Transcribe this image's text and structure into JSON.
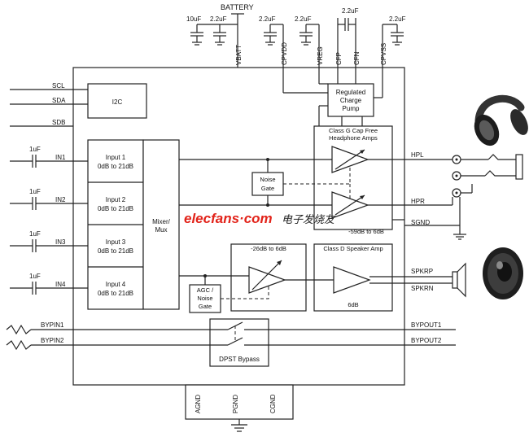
{
  "top": {
    "battery": "BATTERY",
    "cap_10uf": "10uF",
    "cap_a": "2.2uF",
    "cap_b": "2.2uF",
    "cap_c": "2.2uF",
    "cap_d": "2.2uF",
    "cap_e": "2.2uF"
  },
  "pins_top": {
    "vbatt": "VBATT",
    "cpvdd": "CPVDD",
    "vreg": "VREG",
    "cfp": "CFP",
    "cfn": "CFN",
    "cpvss": "CPVSS"
  },
  "pins_left": {
    "scl": "SCL",
    "sda": "SDA",
    "sdb": "SDB",
    "in1": "IN1",
    "in2": "IN2",
    "in3": "IN3",
    "in4": "IN4",
    "cap1": "1uF",
    "cap2": "1uF",
    "cap3": "1uF",
    "cap4": "1uF",
    "bypin1": "BYPIN1",
    "bypin2": "BYPIN2"
  },
  "pins_right": {
    "hpl": "HPL",
    "hpr": "HPR",
    "sgnd": "SGND",
    "spkrp": "SPKRP",
    "spkrn": "SPKRN",
    "bypout1": "BYPOUT1",
    "bypout2": "BYPOUT2"
  },
  "pins_bottom": {
    "agnd": "AGND",
    "pgnd": "PGND",
    "cgnd": "CGND"
  },
  "blocks": {
    "i2c": "I2C",
    "in1_l1": "Input 1",
    "in1_l2": "0dB to 21dB",
    "in2_l1": "Input 2",
    "in2_l2": "0dB to 21dB",
    "in3_l1": "Input 3",
    "in3_l2": "0dB to 21dB",
    "in4_l1": "Input 4",
    "in4_l2": "0dB to 21dB",
    "mixer_l1": "Mixer/",
    "mixer_l2": "Mux",
    "noise_l1": "Noise",
    "noise_l2": "Gate",
    "agc_l1": "AGC /",
    "agc_l2": "Noise",
    "agc_l3": "Gate",
    "pump_l1": "Regulated",
    "pump_l2": "Charge",
    "pump_l3": "Pump",
    "hp_l1": "Class G Cap Free",
    "hp_l2": "Headphone Amps",
    "hp_gain": "-59dB to 6dB",
    "spk_vol": "-26dB to 6dB",
    "spk_title": "Class D Speaker Amp",
    "spk_gain": "6dB",
    "dpst": "DPST Bypass"
  },
  "watermark": {
    "brand": "elecfans·com",
    "cn": "电子发烧友"
  },
  "icons": {
    "headphones": "headphones-icon",
    "speaker": "speaker-icon"
  }
}
